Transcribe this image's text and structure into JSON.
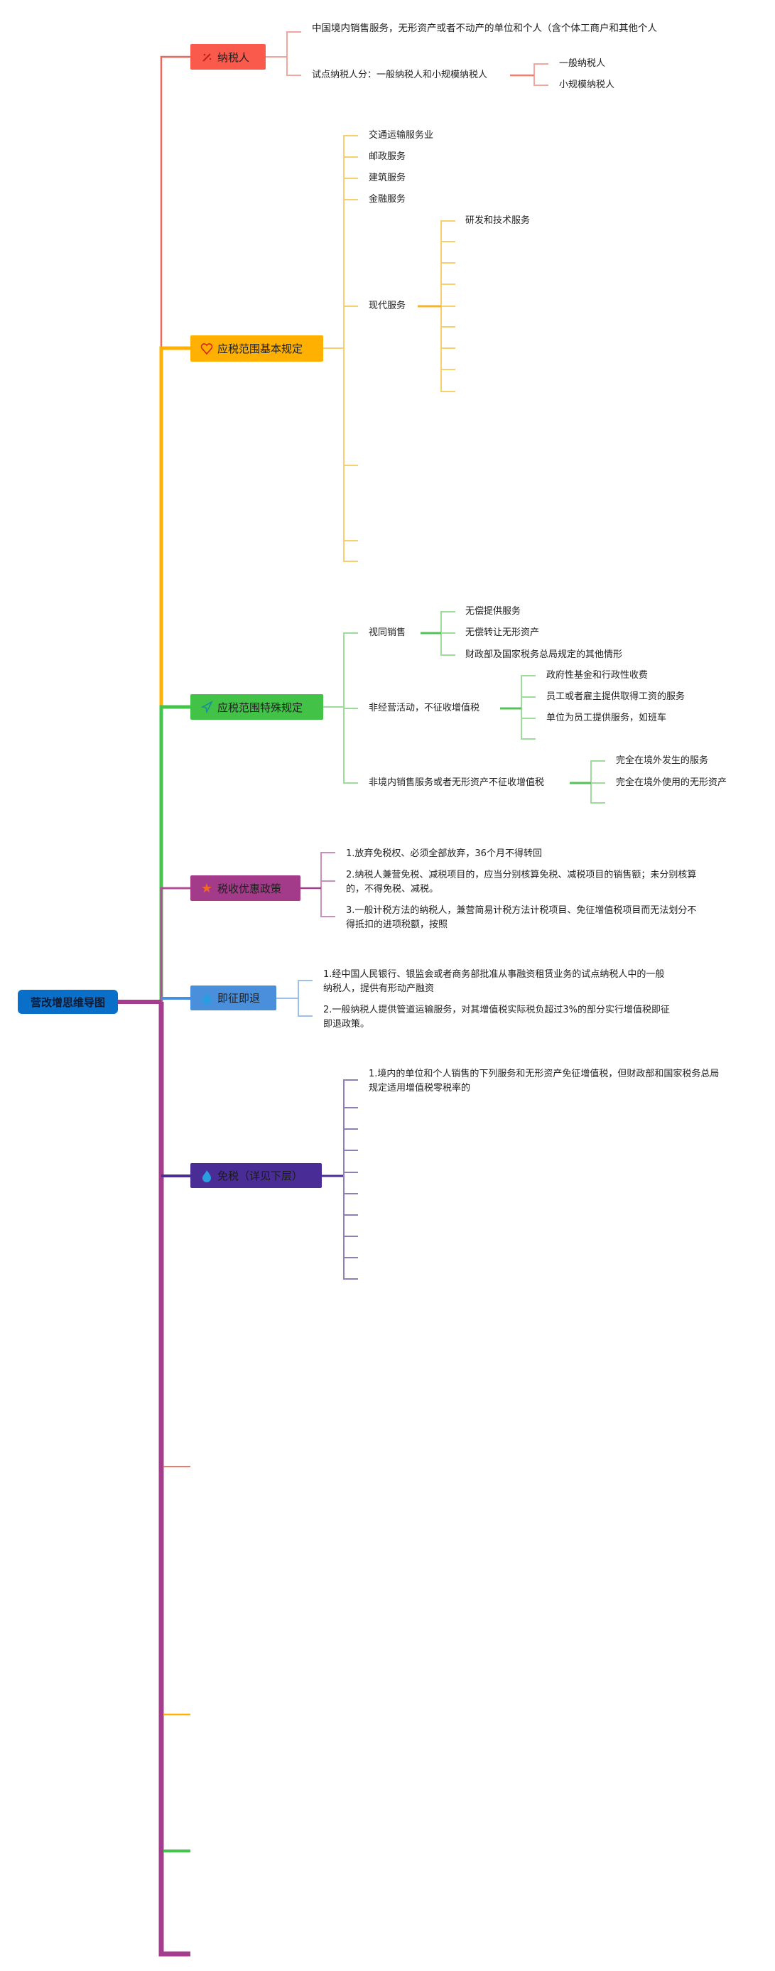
{
  "root": "营改增思维导图",
  "colors": {
    "taxpayer": "#fa5a4b",
    "basic": "#ffb000",
    "special": "#42c348",
    "preferential": "#a33b8a",
    "refund": "#4a8fdc",
    "exempt": "#4a2c96",
    "root": "#0a6fc8"
  },
  "taxpayer": {
    "label": "纳税人",
    "icon": "magic-wand-icon",
    "definition": "中国境内销售服务，无形资产或者不动产的单位和个人（含个体工商户和其他个人",
    "types_label": "试点纳税人分：一般纳税人和小规模纳税人",
    "types": [
      "一般纳税人",
      "小规模纳税人"
    ]
  },
  "basic": {
    "label": "应税范围基本规定",
    "icon": "heart-icon",
    "items": [
      "交通运输服务业",
      "邮政服务",
      "建筑服务",
      "金融服务"
    ],
    "modern_label": "现代服务",
    "modern_items": [
      "研发和技术服务"
    ]
  },
  "special": {
    "label": "应税范围特殊规定",
    "icon": "paper-plane-icon",
    "deemed_label": "视同销售",
    "deemed_items": [
      "无偿提供服务",
      "无偿转让无形资产",
      "财政部及国家税务总局规定的其他情形"
    ],
    "nonbusiness_label": "非经营活动，不征收增值税",
    "nonbusiness_items": [
      "政府性基金和行政性收费",
      "员工或者雇主提供取得工资的服务",
      "单位为员工提供服务，如班车"
    ],
    "offshore_label": "非境内销售服务或者无形资产不征收增值税",
    "offshore_items": [
      "完全在境外发生的服务",
      "完全在境外使用的无形资产"
    ]
  },
  "preferential": {
    "label": "税收优惠政策",
    "icon": "star-icon",
    "items": [
      "1.放弃免税权、必须全部放弃，36个月不得转回",
      "2.纳税人兼营免税、减税项目的，应当分别核算免税、减税项目的销售额；未分别核算的，不得免税、减税。",
      "3.一般计税方法的纳税人，兼营简易计税方法计税项目、免征增值税项目而无法划分不得抵扣的进项税额，按照"
    ]
  },
  "refund": {
    "label": "即征即退",
    "icon": "flame-icon",
    "items": [
      "1.经中国人民银行、银监会或者商务部批准从事融资租赁业务的试点纳税人中的一般纳税人，提供有形动产融资",
      "2.一般纳税人提供管道运输服务，对其增值税实际税负超过3%的部分实行增值税即征即退政策。"
    ]
  },
  "exempt": {
    "label": "免税（详见下层）",
    "icon": "flame-icon",
    "items": [
      "1.境内的单位和个人销售的下列服务和无形资产免征增值税，但财政部和国家税务总局规定适用增值税零税率的"
    ]
  }
}
